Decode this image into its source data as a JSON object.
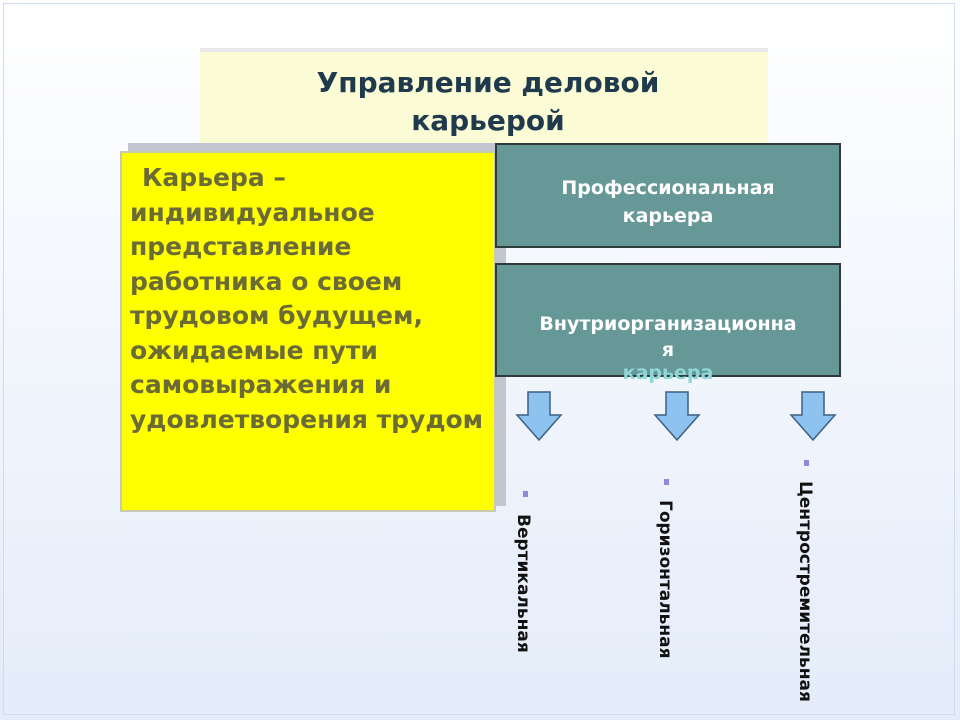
{
  "title": {
    "line1": "Управление деловой",
    "line2": "карьерой"
  },
  "definition": "Карьера – индивидуальное представление работника о своем трудовом будущем, ожидаемые пути самовыражения и удовлетворения трудом",
  "professional": {
    "line1": "Профессиональная",
    "line2": "карьера"
  },
  "intraorg": {
    "line1": "Внутриорганизационна",
    "line2": "я",
    "line3": "карьера"
  },
  "types": [
    "Вертикальная",
    "Горизонтальная",
    "Центростремительная"
  ],
  "colors": {
    "title_bg": "#fbfbd6",
    "definition_bg": "#ffff00",
    "definition_text": "#6b6b35",
    "box_bg": "#659897",
    "arrow_fill": "#8ec2ef",
    "bullet": "#8b8bdc"
  },
  "icons": {
    "arrow": "down-arrow-icon",
    "bullet": "square-bullet-icon"
  }
}
